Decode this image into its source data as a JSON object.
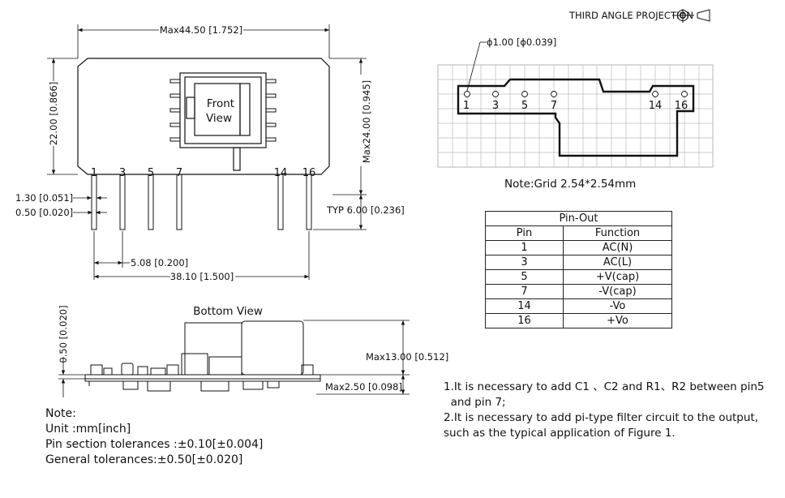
{
  "projection": "THIRD ANGLE PROJECTION",
  "front_view": {
    "label_line1": "Front",
    "label_line2": "View",
    "width_dim": "Max44.50 [1.752]",
    "body_height_dim": "22.00 [0.866]",
    "total_height_dim": "Max24.00 [0.945]",
    "pin_length_dim": "TYP 6.00 [0.236]",
    "pin_pitch_dim": "5.08 [0.200]",
    "pin_span_dim": "38.10 [1.500]",
    "pin_width_1": "1.30 [0.051]",
    "pin_width_2": "0.50 [0.020]",
    "pins": [
      "1",
      "3",
      "5",
      "7",
      "14",
      "16"
    ]
  },
  "footprint": {
    "hole_dim": "ϕ1.00 [ϕ0.039]",
    "pins": [
      "1",
      "3",
      "5",
      "7",
      "14",
      "16"
    ],
    "grid_note": "Note:Grid 2.54*2.54mm"
  },
  "pinout": {
    "title": "Pin-Out",
    "headers": [
      "Pin",
      "Function"
    ],
    "rows": [
      {
        "pin": "1",
        "function": "AC(N)"
      },
      {
        "pin": "3",
        "function": "AC(L)"
      },
      {
        "pin": "5",
        "function": "+V(cap)"
      },
      {
        "pin": "7",
        "function": "-V(cap)"
      },
      {
        "pin": "14",
        "function": "-Vo"
      },
      {
        "pin": "16",
        "function": "+Vo"
      }
    ]
  },
  "bottom_view": {
    "title": "Bottom View",
    "left_dim": "0.50 [0.020]",
    "height_dim": "Max13.00 [0.512]",
    "standoff_dim": "Max2.50 [0.098]"
  },
  "notes": {
    "title": "Note:",
    "lines": [
      "Unit :mm[inch]",
      "Pin section tolerances :±0.10[±0.004]",
      "General tolerances:±0.50[±0.020]"
    ]
  },
  "application_notes": [
    "1.It is necessary to add C1 、C2 and R1、R2 between pin5",
    "  and pin 7;",
    "2.It is necessary to add pi-type filter circuit to the output,",
    "such as the typical application of Figure 1."
  ]
}
